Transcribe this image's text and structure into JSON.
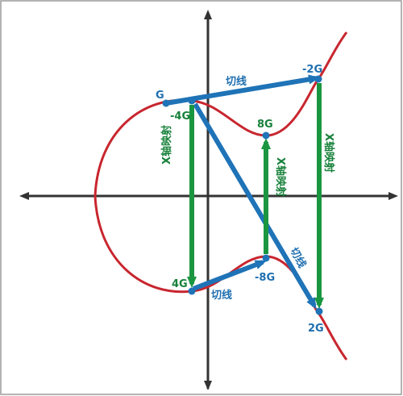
{
  "colors": {
    "curve": "#c8262f",
    "tangent": "#1f73b7",
    "tangent_label": "#1f6fb0",
    "mirror": "#1a9641",
    "mirror_label": "#17813a",
    "axis": "#333333",
    "frame": "#9a9a9a"
  },
  "points": {
    "g": "G",
    "neg4g": "-4G",
    "g8": "8G",
    "neg2g": "-2G",
    "g4": "4G",
    "neg8g": "-8G",
    "g2": "2G"
  },
  "labels": {
    "tangent_top": "切线",
    "tangent_bottom": "切线",
    "tangent_diag": "切线",
    "x_reflect_left": "X轴映射",
    "x_reflect_mid": "X轴映射",
    "x_reflect_right": "X轴映射"
  }
}
